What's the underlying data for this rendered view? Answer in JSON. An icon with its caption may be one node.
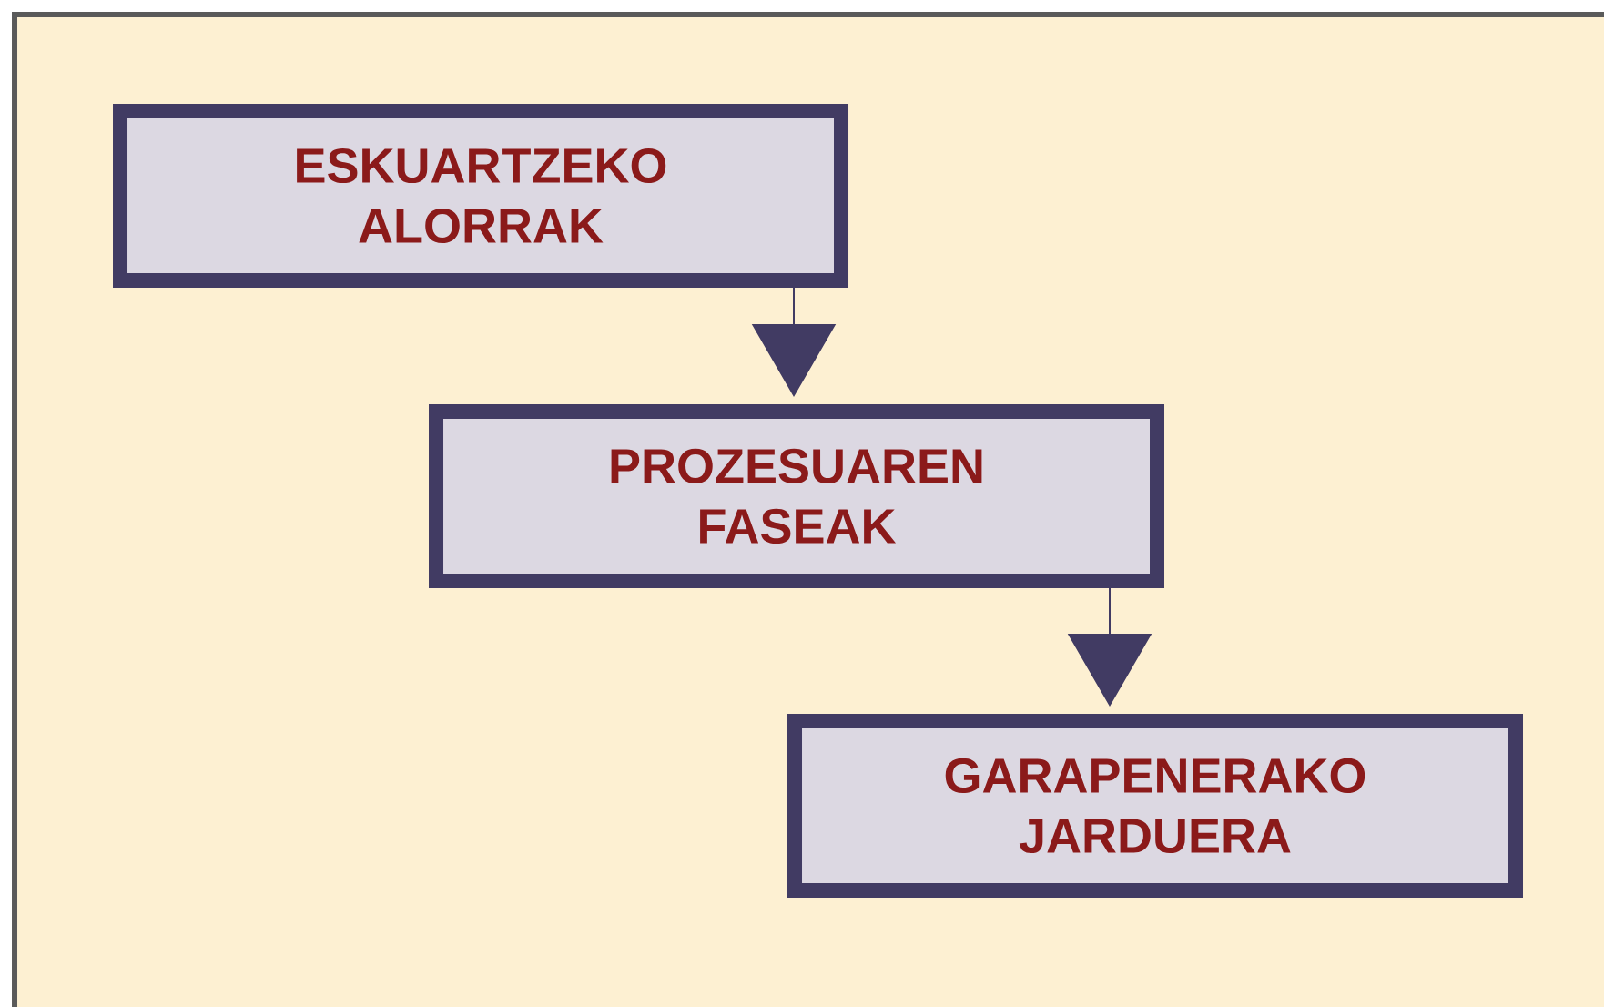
{
  "diagram": {
    "nodes": [
      {
        "text": [
          "ESKUARTZEKO ALORRAK"
        ]
      },
      {
        "text": [
          "PROZESUAREN FASEAK"
        ]
      },
      {
        "text": [
          "GARAPENERAKO JARDUERA"
        ]
      }
    ],
    "edges": [
      {
        "from": 0,
        "to": 1,
        "arrow": "to"
      },
      {
        "from": 1,
        "to": 2,
        "arrow": "to"
      }
    ]
  }
}
